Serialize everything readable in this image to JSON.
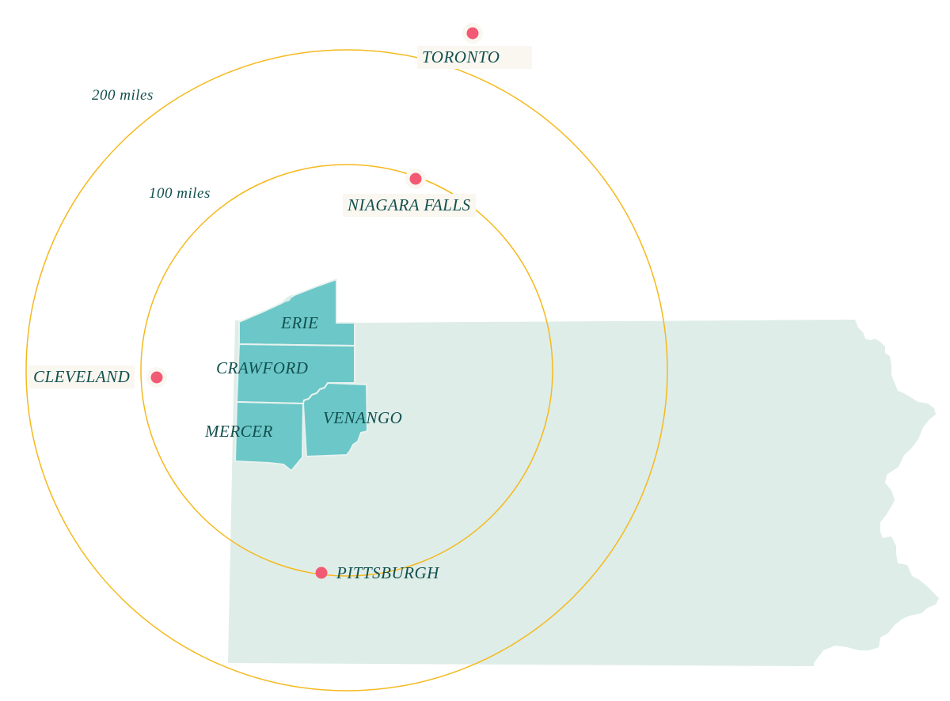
{
  "colors": {
    "state": "#deede8",
    "counties": "#6cc7c8",
    "rings": "#f5b91e",
    "city_dot": "#f25a74",
    "text": "#12504f",
    "label_bg": "#f9f7f0"
  },
  "rings": [
    {
      "label": "100 miles",
      "miles": 100
    },
    {
      "label": "200 miles",
      "miles": 200
    }
  ],
  "cities": [
    {
      "name": "TORONTO"
    },
    {
      "name": "NIAGARA FALLS"
    },
    {
      "name": "CLEVELAND"
    },
    {
      "name": "PITTSBURGH"
    }
  ],
  "counties": [
    {
      "name": "ERIE"
    },
    {
      "name": "CRAWFORD"
    },
    {
      "name": "MERCER"
    },
    {
      "name": "VENANGO"
    }
  ]
}
